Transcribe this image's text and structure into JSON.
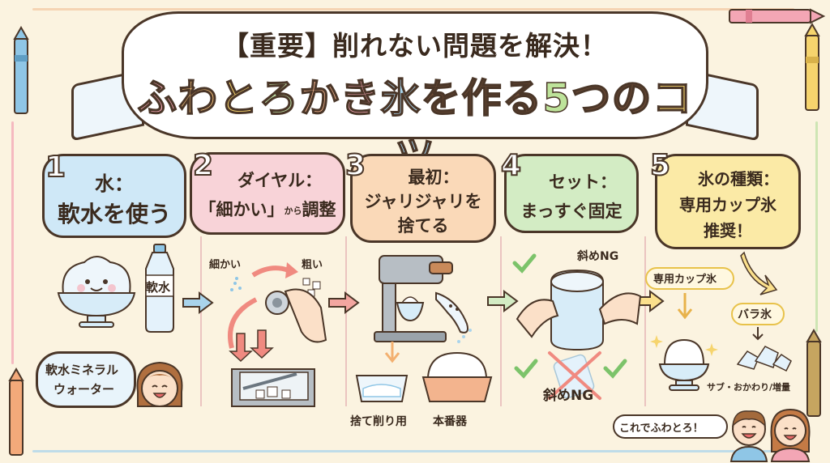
{
  "title": {
    "line1": "【重要】削れない問題を解決！",
    "line2_parts": [
      {
        "text": "ふ",
        "color": "#f3a6b5"
      },
      {
        "text": "わ",
        "color": "#f3c07a"
      },
      {
        "text": "と",
        "color": "#f6d46d"
      },
      {
        "text": "ろ",
        "color": "#bfe0a6"
      },
      {
        "text": "か",
        "color": "#f3b48e"
      },
      {
        "text": "き",
        "color": "#f3a6b5"
      },
      {
        "text": "氷",
        "color": "#a9d4ec"
      },
      {
        "text": "を",
        "color": "#6b4a35"
      },
      {
        "text": "作",
        "color": "#6b4a35"
      },
      {
        "text": "る",
        "color": "#6b4a35"
      },
      {
        "text": "5",
        "color": "#bde39a"
      },
      {
        "text": "つ",
        "color": "#6b4a35"
      },
      {
        "text": "の",
        "color": "#6b4a35"
      },
      {
        "text": "コ",
        "color": "#f6d46d"
      },
      {
        "text": "ツ",
        "color": "#a9d4ec"
      }
    ]
  },
  "steps": [
    {
      "num": "1",
      "line1": "水：",
      "line2": "軟水を使う",
      "line3": "",
      "color": "#cfe8f7"
    },
    {
      "num": "2",
      "line1": "ダイヤル：",
      "line2": "「細かい」から調整",
      "line3": "",
      "color": "#f8d3d8"
    },
    {
      "num": "3",
      "line1": "最初：",
      "line2": "ジャリジャリを",
      "line3": "捨てる",
      "color": "#fad9b8"
    },
    {
      "num": "4",
      "line1": "セット：",
      "line2": "まっすぐ固定",
      "line3": "",
      "color": "#d3ecc4"
    },
    {
      "num": "5",
      "line1": "氷の種類：",
      "line2": "専用カップ氷",
      "line3": "推奨！",
      "color": "#fbeaa6"
    }
  ],
  "step2_small": "から",
  "labels": {
    "bottle": "軟水",
    "mineral_line1": "軟水ミネラル",
    "mineral_line2": "ウォーター",
    "fine": "細かい",
    "coarse": "粗い",
    "discard": "捨て削り用",
    "main": "本番器",
    "tilt_top": "斜めNG",
    "tilt_bottom": "斜めNG",
    "cup_ice": "専用カップ氷",
    "loose_ice": "バラ氷",
    "sub": "サブ・おかわり/増量",
    "closing": "これでふわとろ！"
  },
  "colors": {
    "outline": "#4a3628",
    "arrow": "#a9d4ec",
    "arrow_red": "#f08a80",
    "check": "#7cc36a",
    "cross": "#f08a80"
  }
}
